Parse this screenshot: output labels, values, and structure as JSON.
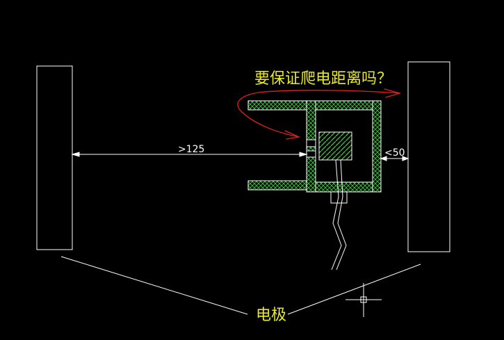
{
  "drawing": {
    "annotation_question": "要保证爬电距离吗？",
    "dim_left": ">125",
    "dim_right": "<50",
    "electrode_label": "电极"
  },
  "colors": {
    "background": "#000000",
    "lines": "#ffffff",
    "hatch_green": "#3fb83f",
    "question_text": "#e8e830",
    "arrow_red": "#e02020",
    "electrode_text": "#e8e830"
  }
}
